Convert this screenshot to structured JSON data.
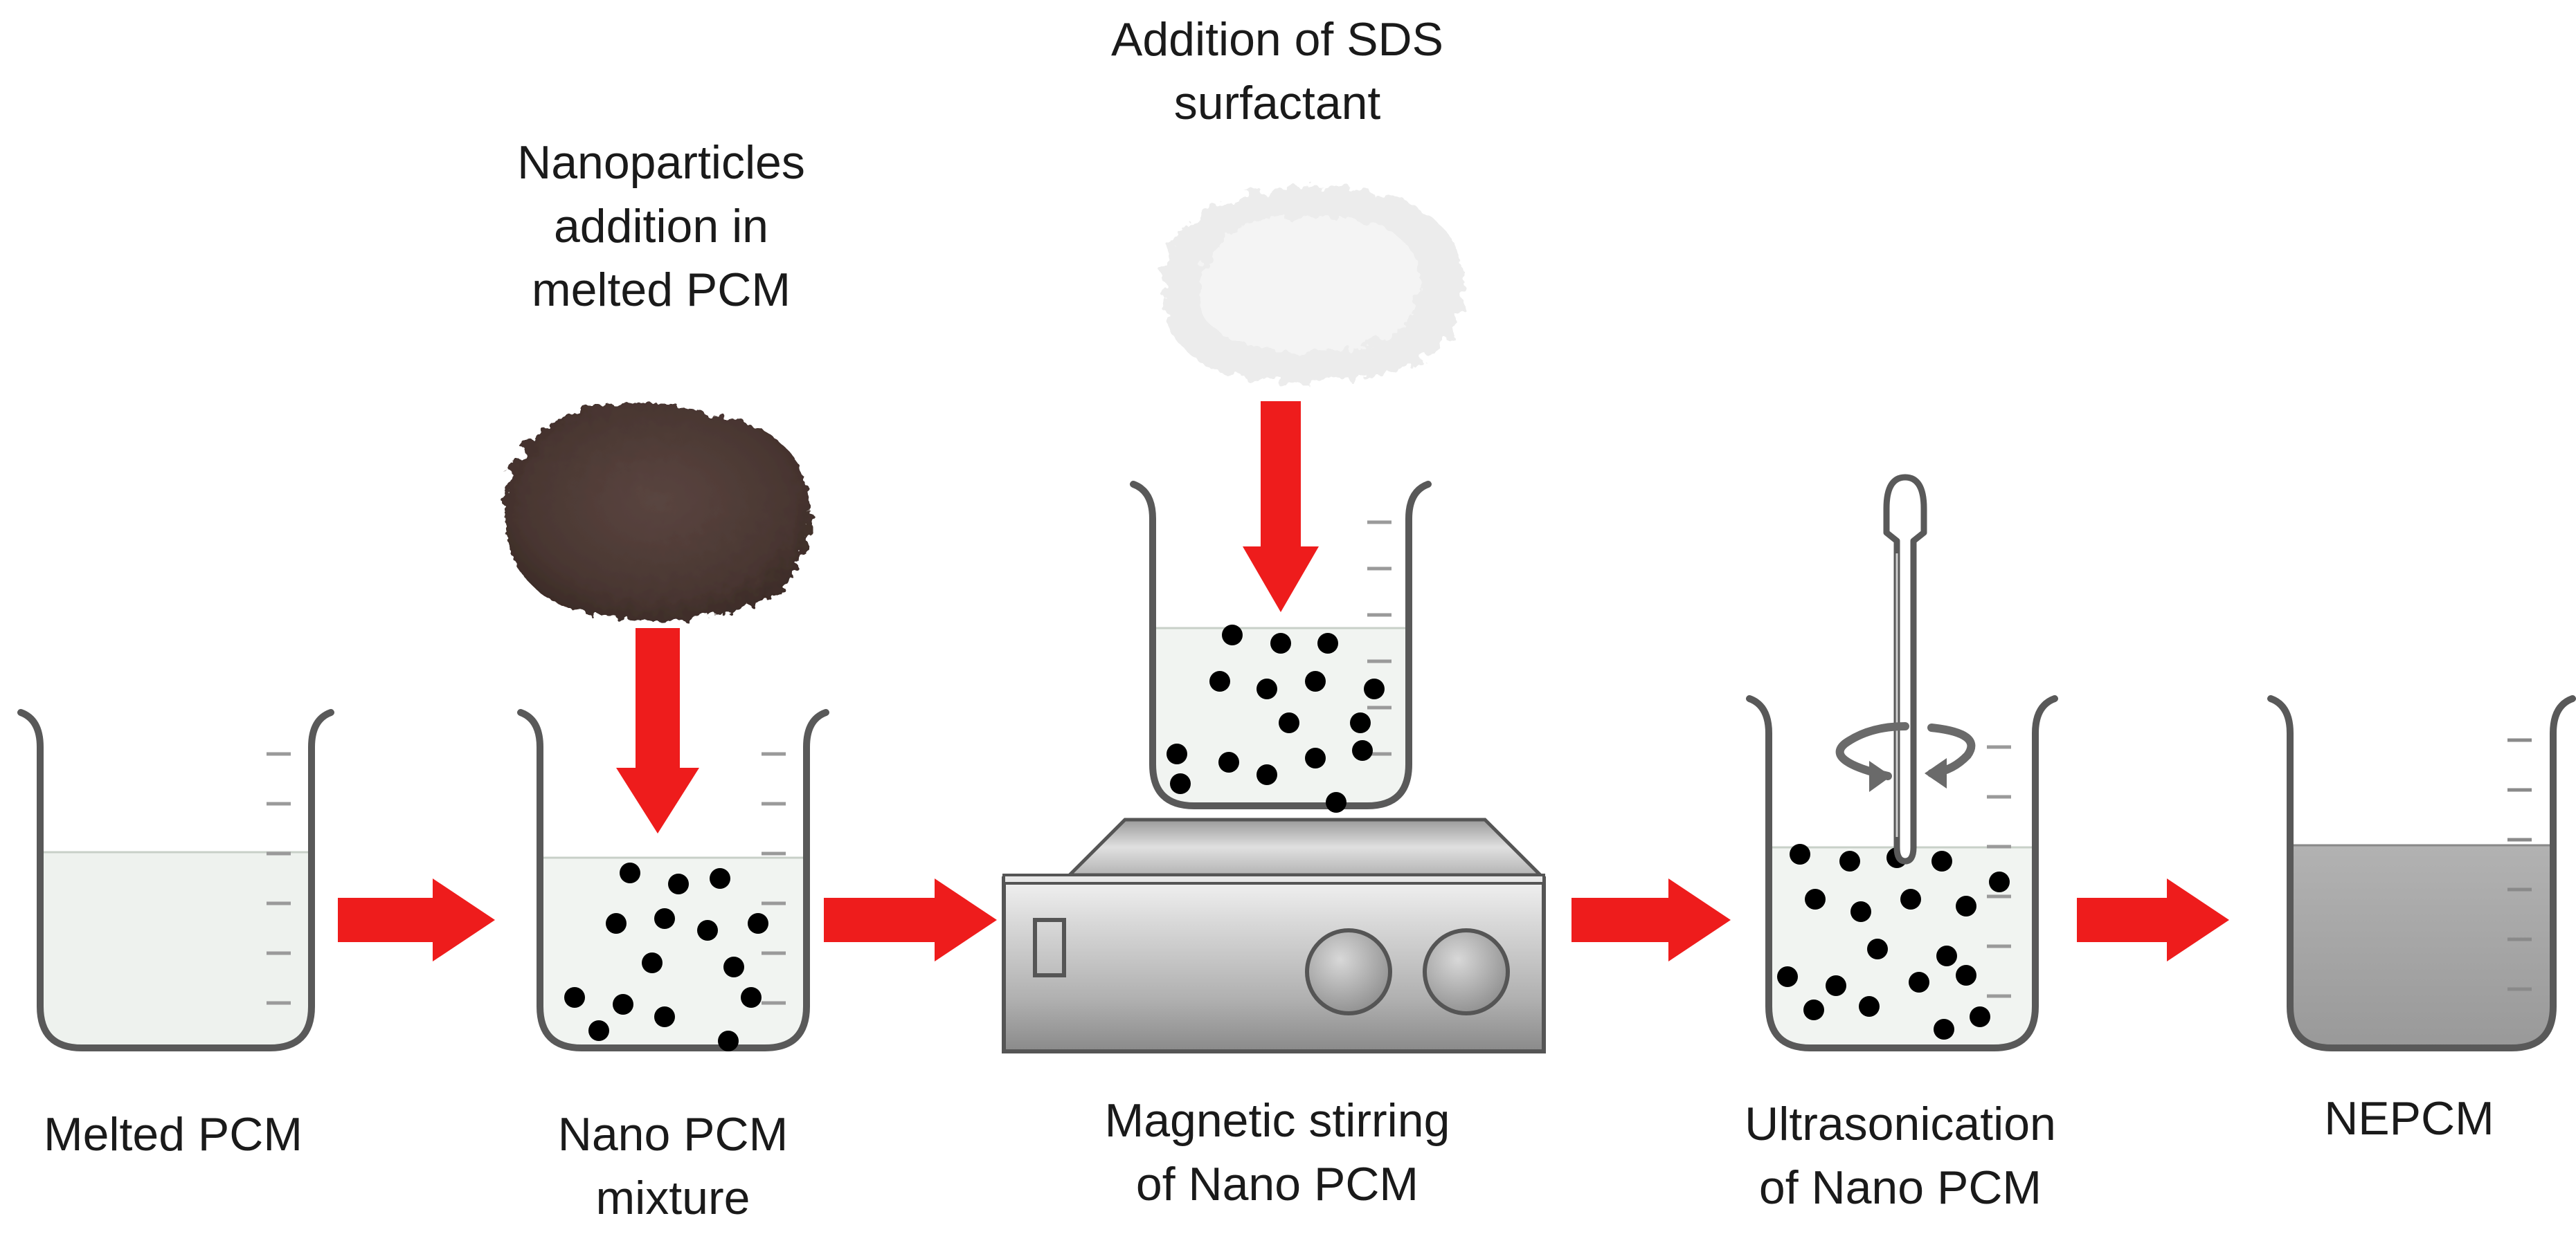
{
  "labels": {
    "step1_line1": "Melted PCM",
    "step2_line1": "Nano PCM",
    "step2_line2": "mixture",
    "step3_line1": "Magnetic stirring",
    "step3_line2": "of Nano PCM",
    "step4_line1": "Ultrasonication",
    "step4_line2": "of Nano PCM",
    "step5_line1": "NEPCM"
  },
  "additions": {
    "nano_line1": "Nanoparticles",
    "nano_line2": "addition in",
    "nano_line3": "melted PCM",
    "sds_line1": "Addition of SDS",
    "sds_line2": "surfactant"
  },
  "colors": {
    "arrow": "#ee1c1c",
    "beaker_outline": "#595959",
    "liquid_light": "#eef2ee",
    "liquid_dark": "#a4a4a4",
    "particle": "#000000",
    "nano_powder": "#4e3b36",
    "sds_powder": "#ededed",
    "stirrer_body": "#c8c8c8"
  }
}
